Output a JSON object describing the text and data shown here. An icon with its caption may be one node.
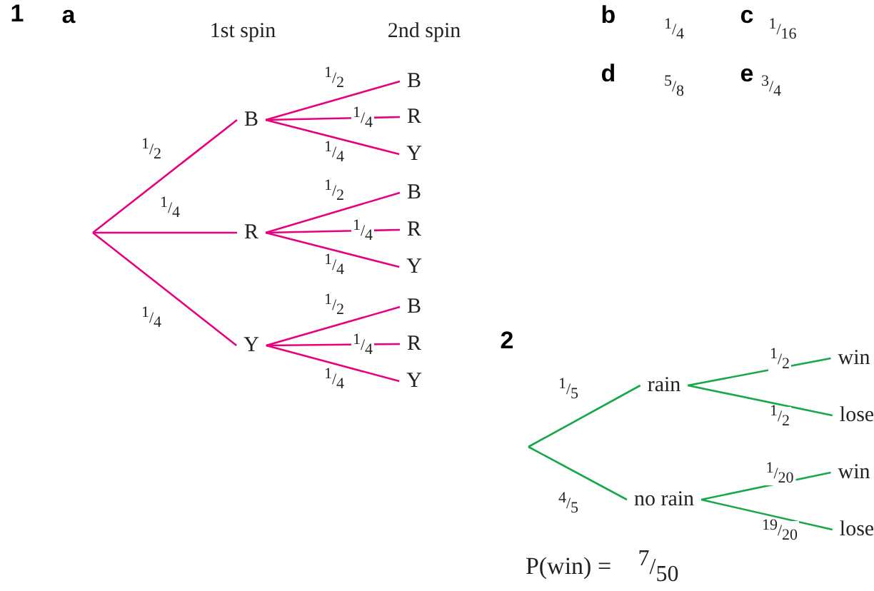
{
  "diagram": {
    "nodes": [
      {
        "text": [
          "B"
        ]
      },
      {
        "text": [
          "R"
        ]
      },
      {
        "text": [
          "Y"
        ]
      },
      {
        "text": [
          "B"
        ]
      },
      {
        "text": [
          "R"
        ]
      },
      {
        "text": [
          "Y"
        ]
      },
      {
        "text": [
          "B"
        ]
      },
      {
        "text": [
          "R"
        ]
      },
      {
        "text": [
          "Y"
        ]
      },
      {
        "text": [
          "B"
        ]
      },
      {
        "text": [
          "R"
        ]
      },
      {
        "text": [
          "Y"
        ]
      },
      {
        "text": [
          "rain"
        ]
      },
      {
        "text": [
          "no rain"
        ]
      },
      {
        "text": [
          "win"
        ]
      },
      {
        "text": [
          "lose"
        ]
      },
      {
        "text": [
          "win"
        ]
      },
      {
        "text": [
          "lose"
        ]
      }
    ],
    "edges": [
      {
        "from": null,
        "to": 0,
        "arrow": "none",
        "label": "1/2"
      },
      {
        "from": null,
        "to": 1,
        "arrow": "none",
        "label": "1/4"
      },
      {
        "from": null,
        "to": 2,
        "arrow": "none",
        "label": "1/4"
      },
      {
        "from": 0,
        "to": 3,
        "arrow": "none",
        "label": "1/2"
      },
      {
        "from": 0,
        "to": 4,
        "arrow": "none",
        "label": "1/4"
      },
      {
        "from": 0,
        "to": 5,
        "arrow": "none",
        "label": "1/4"
      },
      {
        "from": 1,
        "to": 6,
        "arrow": "none",
        "label": "1/2"
      },
      {
        "from": 1,
        "to": 7,
        "arrow": "none",
        "label": "1/4"
      },
      {
        "from": 1,
        "to": 8,
        "arrow": "none",
        "label": "1/4"
      },
      {
        "from": 2,
        "to": 9,
        "arrow": "none",
        "label": "1/2"
      },
      {
        "from": 2,
        "to": 10,
        "arrow": "none",
        "label": "1/4"
      },
      {
        "from": 2,
        "to": 11,
        "arrow": "none",
        "label": "1/4"
      },
      {
        "from": null,
        "to": 12,
        "arrow": "none",
        "label": "1/5",
        "color": "#1aa64a"
      },
      {
        "from": null,
        "to": 13,
        "arrow": "none",
        "label": "4/5",
        "color": "#1aa64a"
      },
      {
        "from": 12,
        "to": 14,
        "arrow": "none",
        "label": "1/2",
        "color": "#1aa64a"
      },
      {
        "from": 12,
        "to": 15,
        "arrow": "none",
        "label": "1/2",
        "color": "#1aa64a"
      },
      {
        "from": 13,
        "to": 16,
        "arrow": "none",
        "label": "1/20",
        "color": "#1aa64a"
      },
      {
        "from": 13,
        "to": 17,
        "arrow": "none",
        "label": "19/20",
        "color": "#1aa64a"
      }
    ],
    "labels": [
      "1",
      "a",
      "1st spin",
      "2nd spin",
      "b",
      "1/4",
      "c",
      "1/16",
      "d",
      "5/8",
      "e",
      "3/4",
      "2",
      "P(win) =",
      "7/50"
    ]
  }
}
